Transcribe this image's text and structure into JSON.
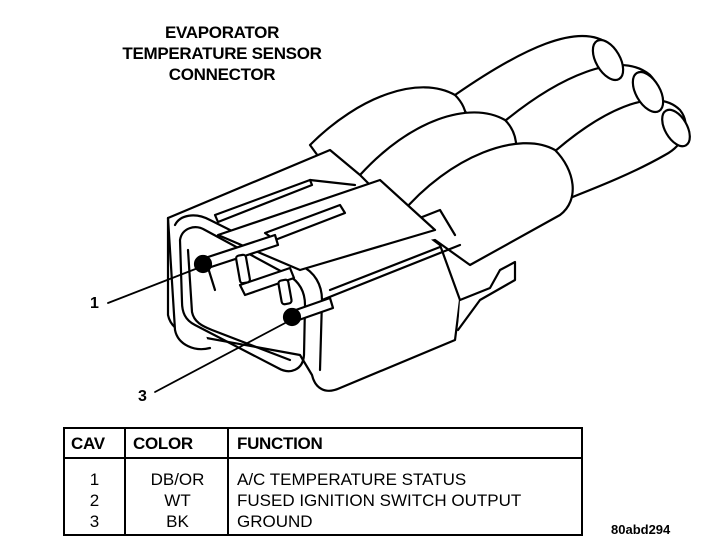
{
  "title_lines": [
    "EVAPORATOR",
    "TEMPERATURE SENSOR",
    "CONNECTOR"
  ],
  "pin_labels": [
    "1",
    "3"
  ],
  "table": {
    "headers": [
      "CAV",
      "COLOR",
      "FUNCTION"
    ],
    "rows": [
      {
        "cav": "1",
        "color": "DB/OR",
        "function": "A/C TEMPERATURE STATUS"
      },
      {
        "cav": "2",
        "color": "WT",
        "function": "FUSED IGNITION SWITCH OUTPUT"
      },
      {
        "cav": "3",
        "color": "BK",
        "function": "GROUND"
      }
    ]
  },
  "figure_code": "80abd294"
}
